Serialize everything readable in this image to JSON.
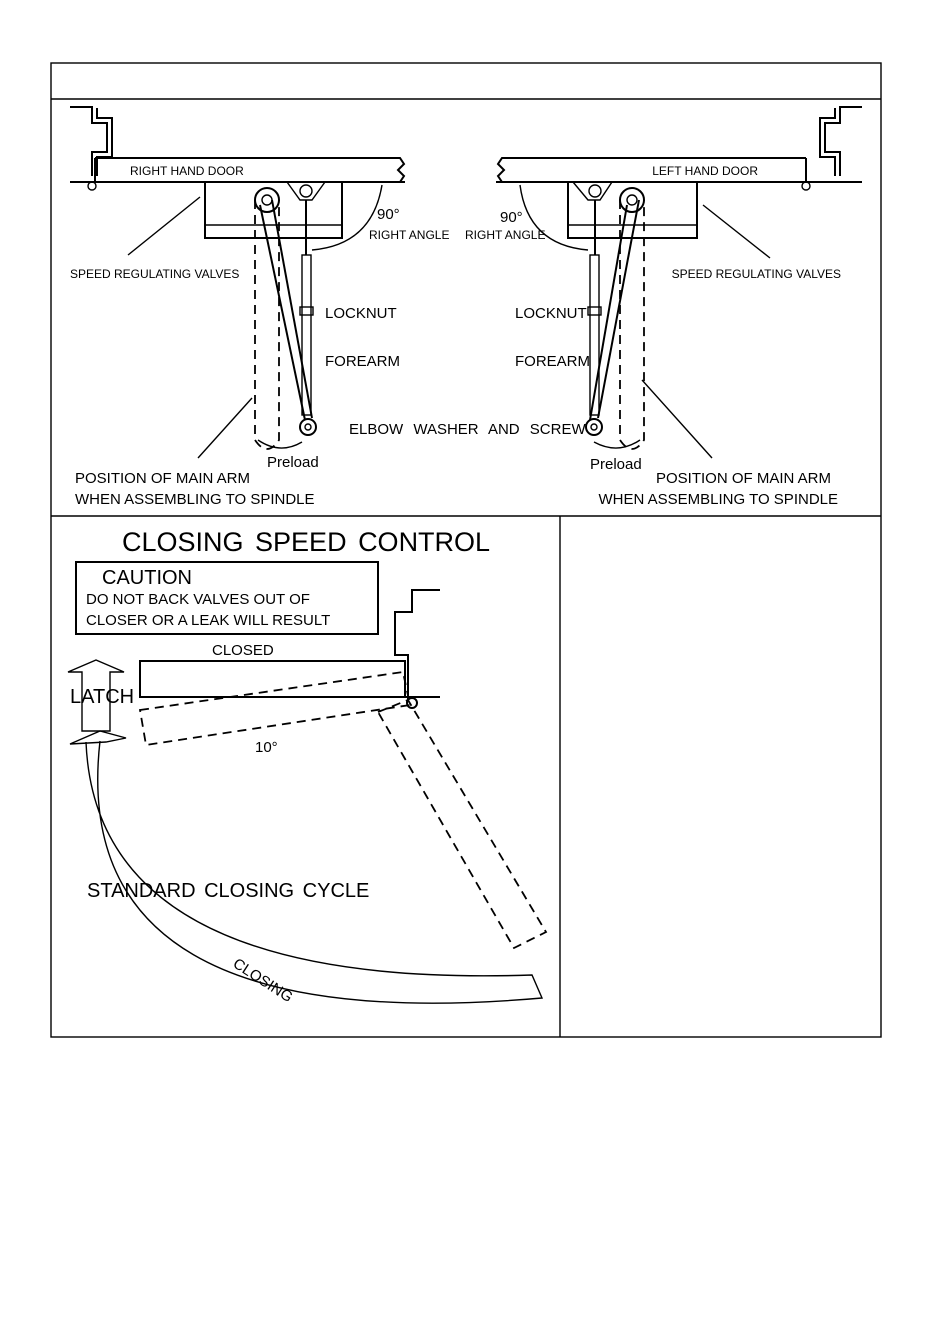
{
  "top_panel": {
    "header_text": "",
    "right_hand_door": "RIGHT HAND DOOR",
    "left_hand_door": "LEFT HAND DOOR",
    "speed_valves_left": "SPEED REGULATING VALVES",
    "speed_valves_right": "SPEED REGULATING VALVES",
    "angle_left_deg": "90°",
    "angle_left_label": "RIGHT ANGLE",
    "angle_right_deg": "90°",
    "angle_right_label": "RIGHT ANGLE",
    "locknut_left": "LOCKNUT",
    "locknut_right": "LOCKNUT",
    "forearm_left": "FOREARM",
    "forearm_right": "FOREARM",
    "elbow": "ELBOW WASHER AND SCREW",
    "preload_left": "Preload",
    "preload_right": "Preload",
    "main_arm_left_1": "POSITION OF MAIN ARM",
    "main_arm_left_2": "WHEN ASSEMBLING TO SPINDLE",
    "main_arm_right_1": "POSITION OF MAIN ARM",
    "main_arm_right_2": "WHEN ASSEMBLING TO SPINDLE"
  },
  "bottom_panel": {
    "title": "CLOSING SPEED CONTROL",
    "caution_title": "CAUTION",
    "caution_line1": "DO NOT BACK VALVES OUT OF",
    "caution_line2": "CLOSER OR A LEAK WILL RESULT",
    "closed": "CLOSED",
    "latch": "LATCH",
    "angle": "10°",
    "cycle": "STANDARD CLOSING CYCLE",
    "closing": "CLOSING"
  }
}
